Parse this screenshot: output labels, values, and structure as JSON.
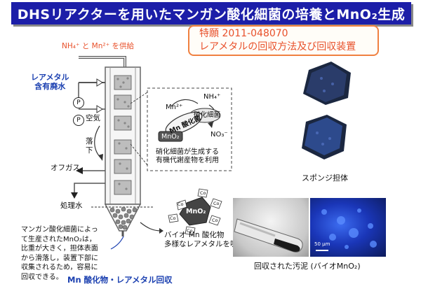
{
  "title": "DHSリアクターを用いたマンガン酸化細菌の培養とMnO₂生成",
  "patent": {
    "line1": "特願 2011-048070",
    "line2": "レアメタルの回収方法及び回収装置"
  },
  "reactor": {
    "feed_label": "NH₄⁺ と Mn²⁺ を供給",
    "wastewater_label": [
      "レアメタル",
      "含有廃水"
    ],
    "pump_symbol": "P",
    "air_label": "空気",
    "fall_label": [
      "落",
      "下"
    ],
    "offgas_label": "オフガス",
    "treated_water_label": "処理水"
  },
  "mechanism": {
    "mn_ion": "Mn²⁺",
    "nh4_ion": "NH₄⁺",
    "nitrifier": "硝化細菌",
    "mn_oxidizer": "Mn 酸化菌",
    "mno2": "MnO₂",
    "no3_ion": "NO₃⁻",
    "note": [
      "硝化細菌が生成する",
      "有機代謝産物を利用"
    ]
  },
  "adsorption": {
    "center": "MnO₂",
    "particles": [
      "Co",
      "Co",
      "Co",
      "Co",
      "Co",
      "Co"
    ],
    "caption": [
      "バイオ Mn 酸化物",
      "多様なレアメタルを吸着"
    ]
  },
  "explanation": [
    "マンガン酸化細菌によっ",
    "て生産されたMnO₂は，",
    "比重が大きく，担体表面",
    "から滑落し，装置下部に",
    "収集されるため，容易に",
    "回収できる。"
  ],
  "bottom_label": "Mn 酸化物・レアメタル回収",
  "sponge_label": "スポンジ担体",
  "scale_bar": "50 μm",
  "sludge_caption": "回収された汚泥 (バイオMnO₂)",
  "colors": {
    "title_bg": "#1c1ea8",
    "accent_red": "#e8502a",
    "accent_blue": "#1a3fb0"
  }
}
